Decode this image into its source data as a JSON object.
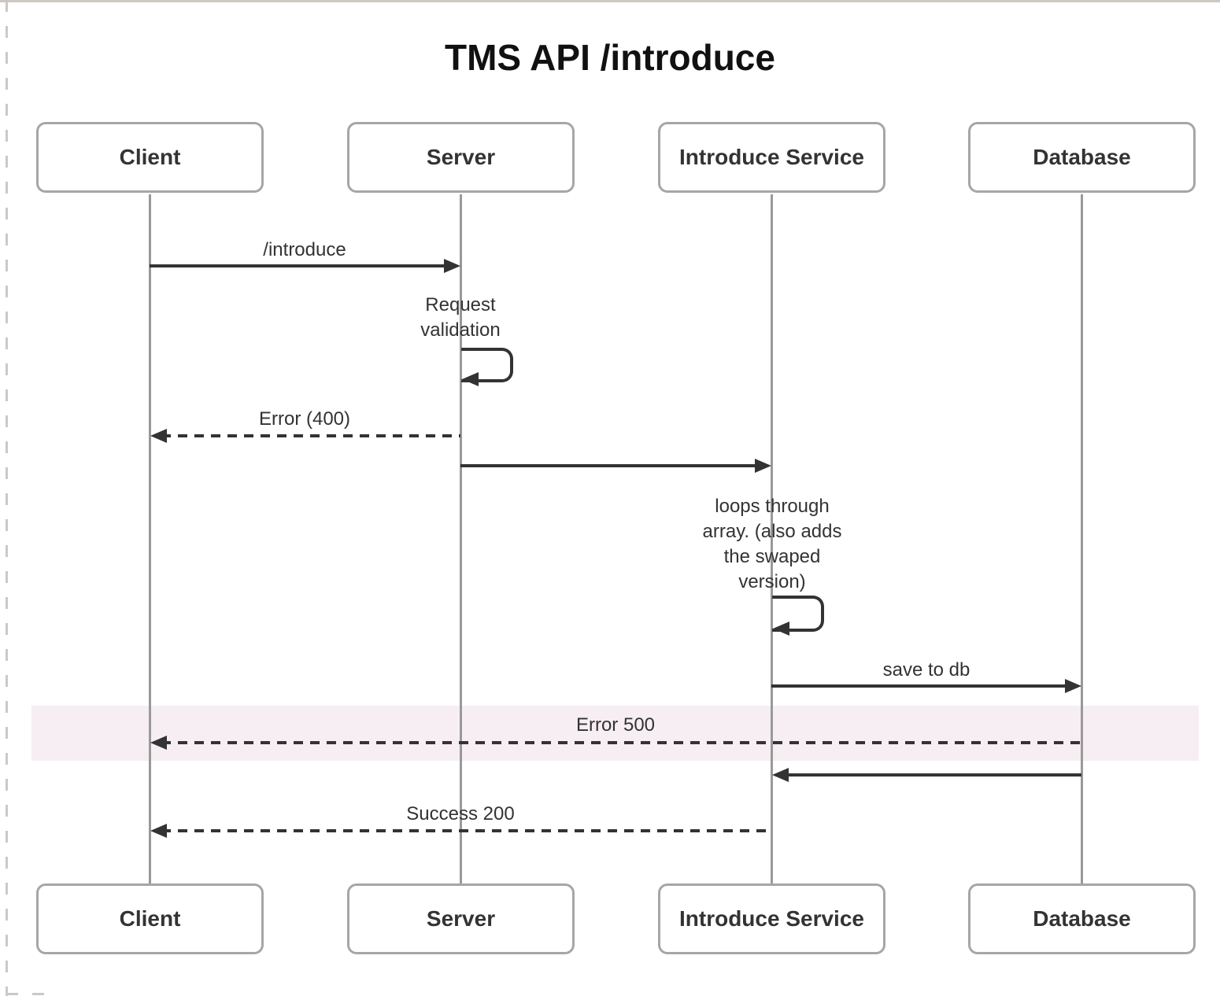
{
  "title": "TMS API /introduce",
  "participants": [
    {
      "id": "client",
      "label": "Client"
    },
    {
      "id": "server",
      "label": "Server"
    },
    {
      "id": "introduce-service",
      "label": "Introduce Service"
    },
    {
      "id": "database",
      "label": "Database"
    }
  ],
  "messages": [
    {
      "from": "Client",
      "to": "Server",
      "style": "solid",
      "label": "/introduce"
    },
    {
      "type": "self-loop",
      "on": "Server",
      "label": "Request\nvalidation"
    },
    {
      "from": "Server",
      "to": "Client",
      "style": "dashed",
      "label": "Error (400)"
    },
    {
      "from": "Server",
      "to": "Introduce Service",
      "style": "solid",
      "label": ""
    },
    {
      "type": "self-loop",
      "on": "Introduce Service",
      "label": "loops through\narray. (also adds\nthe swaped\nversion)"
    },
    {
      "from": "Introduce Service",
      "to": "Database",
      "style": "solid",
      "label": "save to db"
    },
    {
      "from": "Database",
      "to": "Client",
      "style": "dashed",
      "label": "Error 500",
      "highlighted": true
    },
    {
      "from": "Database",
      "to": "Introduce Service",
      "style": "solid",
      "label": ""
    },
    {
      "from": "Introduce Service",
      "to": "Client",
      "style": "dashed",
      "label": "Success 200"
    }
  ],
  "colors": {
    "arrow": "#333333",
    "text": "#333333",
    "lifeline": "#999999",
    "participant_border": "#a6a6a6",
    "highlight_band": "#f6eef2",
    "canvas_border": "#cdc8c2"
  }
}
